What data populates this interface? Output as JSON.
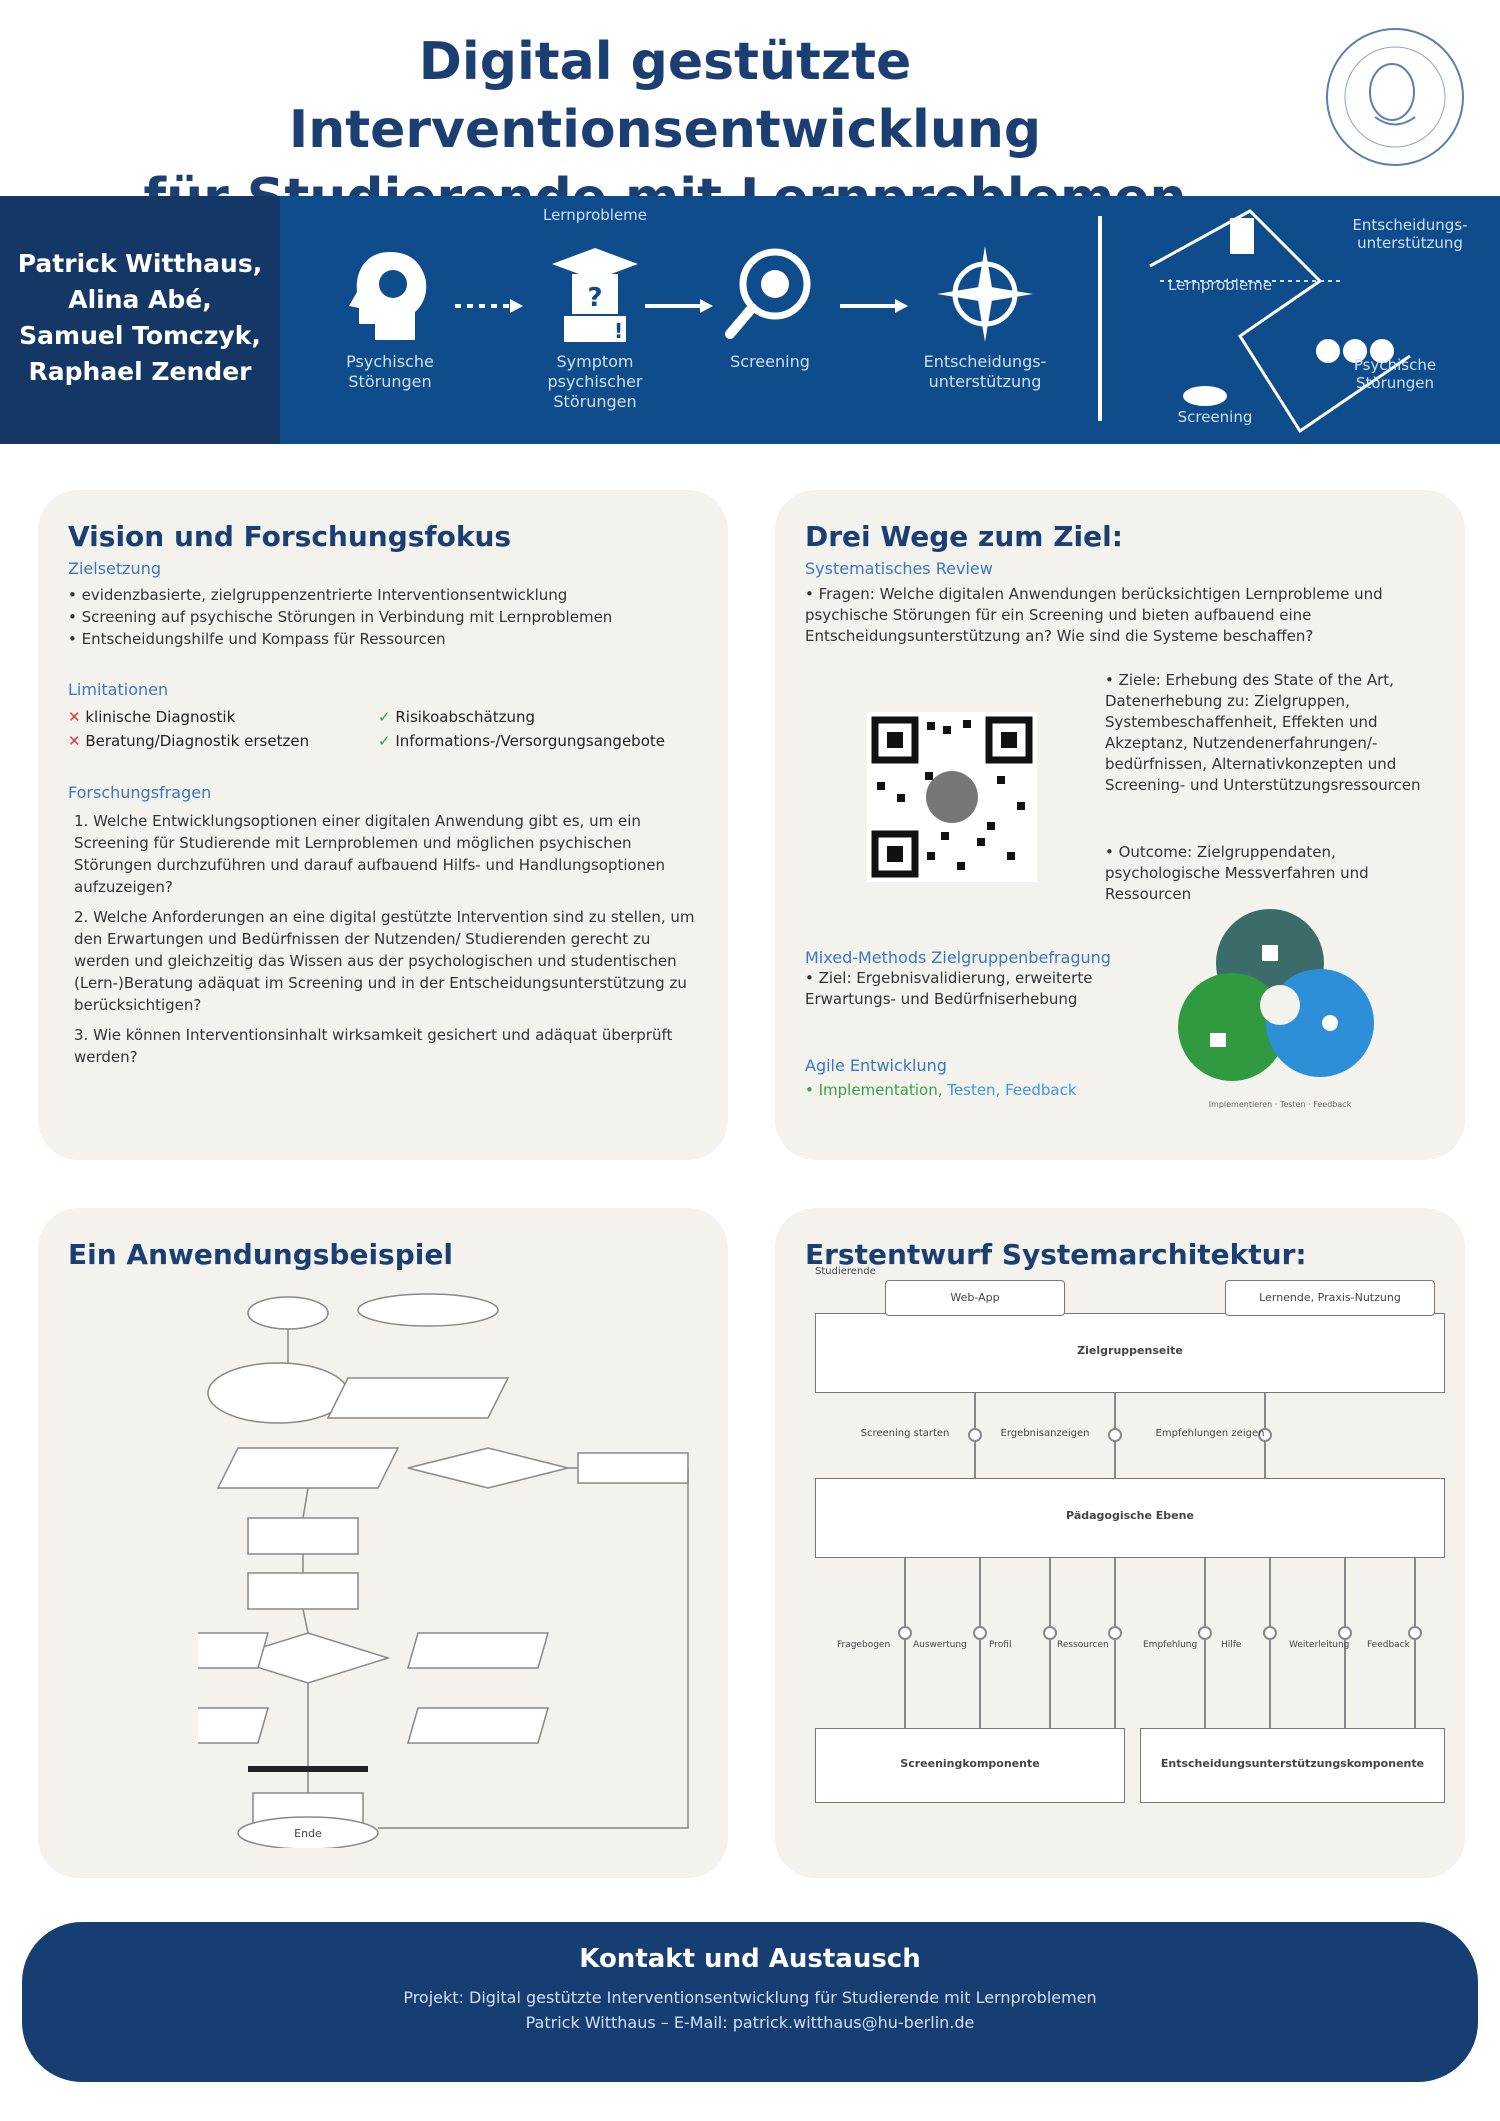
{
  "header": {
    "title_line1": "Digital gestützte Interventionsentwicklung",
    "title_line2": "für Studierende mit Lernproblemen"
  },
  "band": {
    "authors": [
      "Patrick Witthaus,",
      "Alina Abé,",
      "Samuel Tomczyk,",
      "Raphael Zender"
    ],
    "lernprobleme_top": "Lernprobleme",
    "steps": [
      {
        "label1": "Psychische",
        "label2": "Störungen",
        "label3": ""
      },
      {
        "label1": "Symptom",
        "label2": "psychischer",
        "label3": "Störungen"
      },
      {
        "label1": "Screening",
        "label2": "",
        "label3": ""
      },
      {
        "label1": "Entscheidungs-",
        "label2": "unterstützung",
        "label3": ""
      }
    ],
    "right_labels": {
      "entscheidung": "Entscheidungs- unterstützung",
      "lernprobleme": "Lernprobleme",
      "psychische": "Psychische Störungen",
      "screening": "Screening"
    }
  },
  "vision": {
    "heading": "Vision und Forschungsfokus",
    "zielsetzung_label": "Zielsetzung",
    "zielsetzung": [
      "• evidenzbasierte, zielgruppenzentrierte Interventionsentwicklung",
      "• Screening auf psychische Störungen in Verbindung mit Lernproblemen",
      "• Entscheidungshilfe und Kompass für Ressourcen"
    ],
    "limitationen_label": "Limitationen",
    "limit_no": [
      "klinische Diagnostik",
      "Beratung/Diagnostik ersetzen"
    ],
    "limit_yes": [
      "Risikoabschätzung",
      "Informations-/Versorgungsangebote"
    ],
    "fragen_label": "Forschungsfragen",
    "fragen": [
      "1. Welche Entwicklungsoptionen einer digitalen Anwendung gibt es, um ein Screening für Studierende mit Lernproblemen und möglichen psychischen Störungen durchzuführen und darauf aufbauend Hilfs- und Handlungsoptionen aufzuzeigen?",
      "2. Welche Anforderungen an eine digital gestützte Intervention sind zu stellen, um den Erwartungen und Bedürfnissen der Nutzenden/ Studierenden gerecht zu werden und gleichzeitig das Wissen aus der psychologischen und studentischen (Lern-)Beratung adäquat im Screening und in der Entscheidungsunterstützung zu berücksichtigen?",
      "3. Wie können Interventionsinhalt wirksamkeit gesichert und adäquat überprüft werden?"
    ]
  },
  "wege": {
    "heading": "Drei Wege zum Ziel:",
    "review_label": "Systematisches Review",
    "fragen": "• Fragen: Welche digitalen Anwendungen berücksichtigen Lernprobleme und psychische Störungen für ein Screening und bieten aufbauend eine Entscheidungsunterstützung an? Wie sind die Systeme beschaffen?",
    "ziele": "• Ziele: Erhebung des State of the Art, Datenerhebung zu: Zielgruppen, Systembeschaffenheit, Effekten und Akzeptanz, Nutzendenerfahrungen/-bedürfnissen, Alternativkonzepten und Screening- und Unterstützungsressourcen",
    "outcome": "• Outcome: Zielgruppendaten, psychologische Messverfahren und Ressourcen",
    "mixed_label": "Mixed-Methods Zielgruppenbefragung",
    "mixed_ziel": "• Ziel: Ergebnisvalidierung, erweiterte Erwartungs- und Bedürfniserhebung",
    "agile_label": "Agile Entwicklung",
    "agile": [
      "• Implementation,",
      "Testen,",
      "Feedback"
    ],
    "venn_caption": "Implementieren · Testen · Feedback"
  },
  "beispiel": {
    "heading": "Ein Anwendungsbeispiel",
    "end_label": "Ende"
  },
  "architektur": {
    "heading": "Erstentwurf Systemarchitektur:",
    "top_labels": [
      "Studierende",
      "Web-App",
      "Lernende, Praxis-Nutzung"
    ],
    "layer1": "Zielgruppenseite",
    "layer2": "Pädagogische Ebene",
    "layer3a": "Screeningkomponente",
    "layer3b": "Entscheidungsunterstützungskomponente",
    "mid_labels": [
      "Screening starten",
      "Ergebnisanzeigen",
      "Empfehlungen zeigen"
    ],
    "low_labels": [
      "Fragebogen",
      "Auswertung",
      "Profil",
      "Ressourcen",
      "Empfehlung",
      "Hilfe",
      "Weiterleitung",
      "Feedback"
    ]
  },
  "footer": {
    "heading": "Kontakt und Austausch",
    "line1": "Projekt: Digital gestützte Interventionsentwicklung für Studierende mit Lernproblemen",
    "line2": "Patrick Witthaus – E-Mail: patrick.witthaus@hu-berlin.de"
  },
  "colors": {
    "navy": "#163e73",
    "band_blue": "#0f4c8c",
    "accent": "#3a78c2",
    "panel": "#f3f2ec"
  }
}
